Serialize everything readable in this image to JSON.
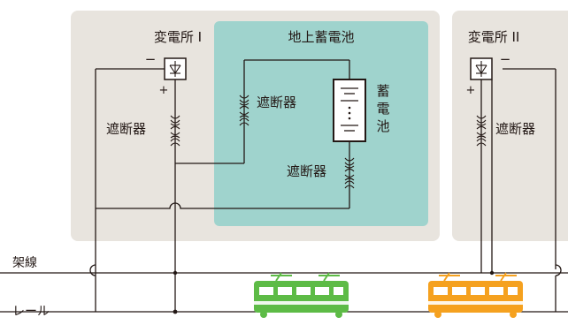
{
  "substation_1": {
    "title": "変電所 I",
    "breaker_label": "遮断器",
    "minus_sign": "−",
    "plus_sign": "+"
  },
  "substation_2": {
    "title": "変電所 II",
    "breaker_label": "遮断器",
    "minus_sign": "−",
    "plus_sign": "+"
  },
  "ground_battery": {
    "title": "地上蓄電池",
    "breaker_label_left": "遮断器",
    "breaker_label_bottom": "遮断器",
    "battery_label": [
      "蓄",
      "電",
      "池"
    ]
  },
  "lines": {
    "overhead_line": "架線",
    "rail": "レール"
  },
  "colors": {
    "substation_bg": "#e8e4de",
    "battery_bg": "#9fd3cd",
    "train_green": "#5dbb46",
    "train_orange": "#f5a11f",
    "ink": "#231815"
  }
}
